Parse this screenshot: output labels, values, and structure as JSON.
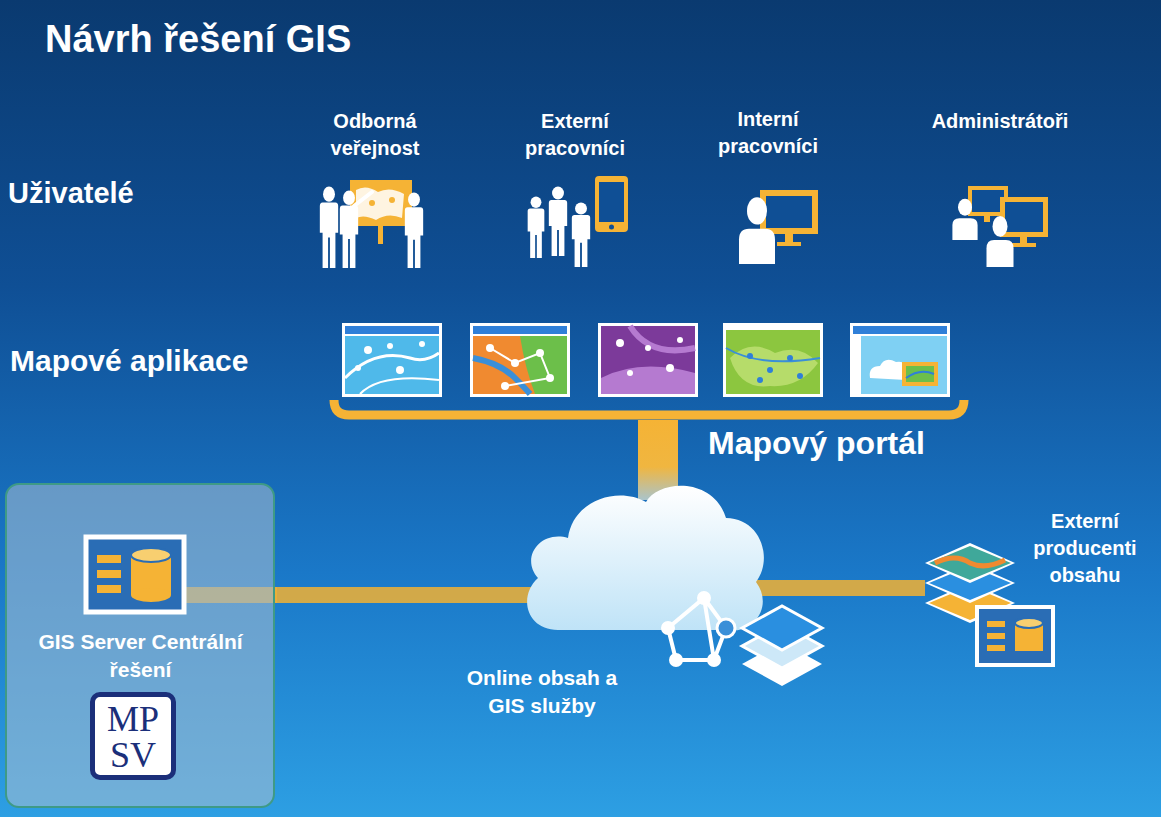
{
  "diagram": {
    "title": "Návrh řešení GIS",
    "nodes": [
      {
        "text": [
          "Odborná veřejnost"
        ]
      },
      {
        "text": [
          "Externí pracovníci"
        ]
      },
      {
        "text": [
          "Interní pracovníci"
        ]
      },
      {
        "text": [
          "Administrátoři"
        ]
      },
      {
        "text": [
          "Mapový portál"
        ]
      },
      {
        "text": [
          "GIS Server Centrální řešení"
        ]
      },
      {
        "text": [
          "MP",
          "SV"
        ],
        "in": 5
      },
      {
        "text": [
          "Online obsah a GIS služby"
        ]
      },
      {
        "text": [
          "Externí producenti obsahu"
        ]
      }
    ],
    "edges": [
      {
        "from": 4,
        "to": 7,
        "arrow": "none"
      },
      {
        "from": 5,
        "to": 7,
        "arrow": "none"
      },
      {
        "from": 7,
        "to": 8,
        "arrow": "none"
      }
    ],
    "labels": [
      "Uživatelé",
      "Mapové aplikace"
    ]
  }
}
